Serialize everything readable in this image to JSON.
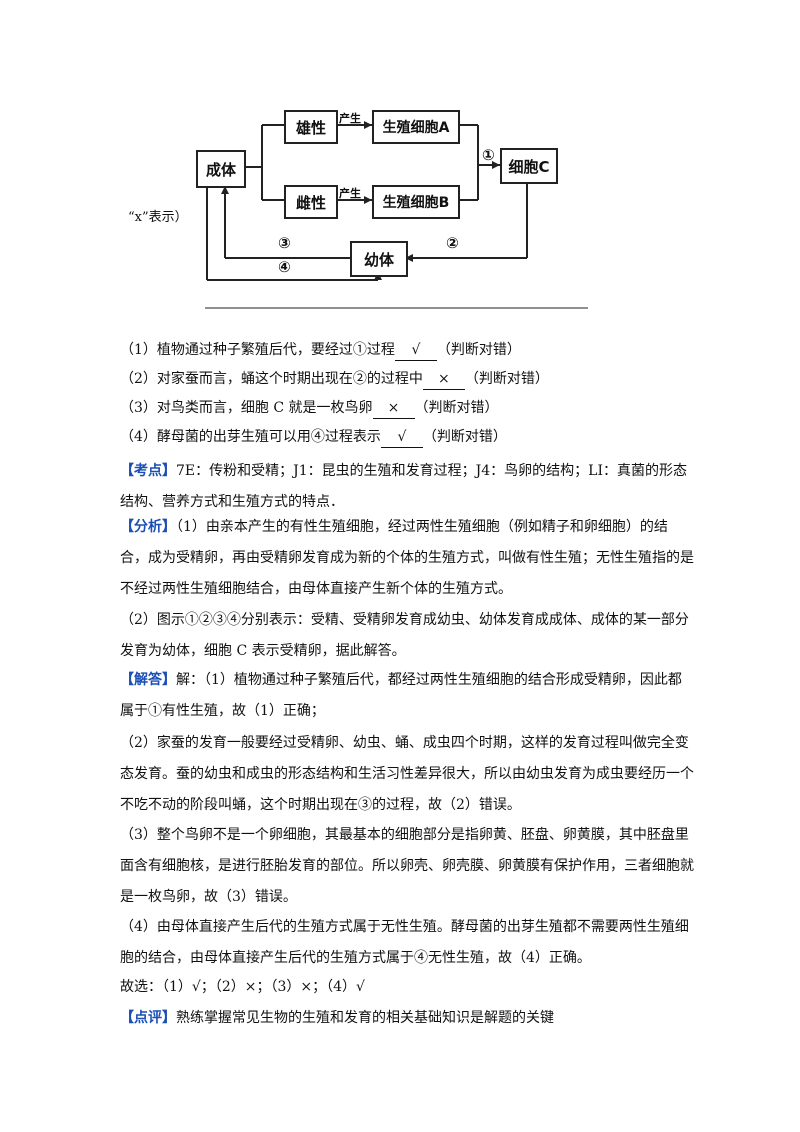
{
  "diagram": {
    "side_note": "“x”表示）",
    "boxes": {
      "adult": "成体",
      "male": "雄性",
      "female": "雌性",
      "germ_a": "生殖细胞A",
      "germ_b": "生殖细胞B",
      "cell_c": "细胞C",
      "juvenile": "幼体"
    },
    "produce_label": "产生",
    "steps": [
      "①",
      "②",
      "③",
      "④"
    ]
  },
  "questions": [
    {
      "prefix": "（1）植物通过种子繁殖后代，要经过①过程",
      "answer": "√",
      "suffix": "（判断对错）"
    },
    {
      "prefix": "（2）对家蚕而言，蛹这个时期出现在②的过程中",
      "answer": "×",
      "suffix": "（判断对错）"
    },
    {
      "prefix": "（3）对鸟类而言，细胞 C 就是一枚鸟卵",
      "answer": "×",
      "suffix": "（判断对错）"
    },
    {
      "prefix": "（4）酵母菌的出芽生殖可以用④过程表示",
      "answer": "√",
      "suffix": "（判断对错）"
    }
  ],
  "kaodian": {
    "tag": "【考点】",
    "text": "7E：传粉和受精；J1：昆虫的生殖和发育过程；J4：鸟卵的结构；LI：真菌的形态结构、营养方式和生殖方式的特点．"
  },
  "fenxi": {
    "tag": "【分析】",
    "p1": "（1）由亲本产生的有性生殖细胞，经过两性生殖细胞（例如精子和卵细胞）的结合，成为受精卵，再由受精卵发育成为新的个体的生殖方式，叫做有性生殖；无性生殖指的是不经过两性生殖细胞结合，由母体直接产生新个体的生殖方式。",
    "p2": "（2）图示①②③④分别表示：受精、受精卵发育成幼虫、幼体发育成成体、成体的某一部分发育为幼体，细胞 C 表示受精卵，据此解答。"
  },
  "jieda": {
    "tag": "【解答】",
    "p1": "解：（1）植物通过种子繁殖后代，都经过两性生殖细胞的结合形成受精卵，因此都属于①有性生殖，故（1）正确；",
    "p2": "（2）家蚕的发育一般要经过受精卵、幼虫、蛹、成虫四个时期，这样的发育过程叫做完全变态发育。蚕的幼虫和成虫的形态结构和生活习性差异很大，所以由幼虫发育为成虫要经历一个不吃不动的阶段叫蛹，这个时期出现在③的过程，故（2）错误。",
    "p3": "（3）整个鸟卵不是一个卵细胞，其最基本的细胞部分是指卵黄、胚盘、卵黄膜，其中胚盘里面含有细胞核，是进行胚胎发育的部位。所以卵壳、卵壳膜、卵黄膜有保护作用，三者细胞就是一枚鸟卵，故（3）错误。",
    "p4": "（4）由母体直接产生后代的生殖方式属于无性生殖。酵母菌的出芽生殖都不需要两性生殖细胞的结合，由母体直接产生后代的生殖方式属于④无性生殖，故（4）正确。",
    "choice": "故选：（1）√；（2）×；（3）×；（4）√"
  },
  "dianping": {
    "tag": "【点评】",
    "text": "熟练掌握常见生物的生殖和发育的相关基础知识是解题的关键"
  }
}
